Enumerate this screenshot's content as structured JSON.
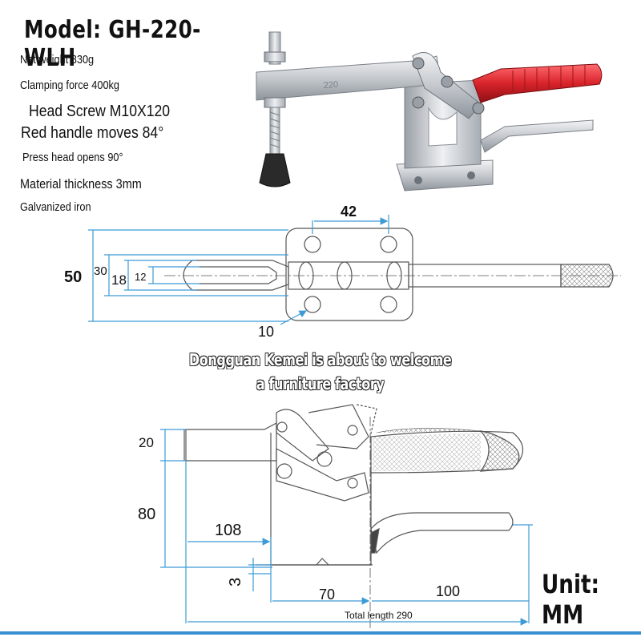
{
  "model": "Model: GH-220-WLH",
  "specs": {
    "net_weight": "Net weight 830g",
    "clamping_force": "Clamping force 400kg",
    "head_screw": "Head Screw M10X120",
    "handle_moves": "Red handle moves 84°",
    "press_head": "Press head opens 90°",
    "material": "Material thickness 3mm",
    "galvanized": "Galvanized iron"
  },
  "photo_marking": "220",
  "watermark": {
    "line1": "Dongguan Kemei is about to welcome",
    "line2": "a furniture factory"
  },
  "top_view": {
    "dim_42": "42",
    "dim_50": "50",
    "dim_30": "30",
    "dim_18": "18",
    "dim_12": "12",
    "dim_10": "10"
  },
  "side_view": {
    "dim_20": "20",
    "dim_80": "80",
    "dim_108": "108",
    "dim_3": "3",
    "dim_70": "70",
    "dim_100": "100",
    "total_length": "Total length 290"
  },
  "unit": "Unit: MM",
  "colors": {
    "dimension_line": "#3d9bd6",
    "drawing_line": "#555555",
    "handle_red": "#d8232a",
    "zinc": "#c9ccd0",
    "accent_bar": "#3a8fd0"
  }
}
